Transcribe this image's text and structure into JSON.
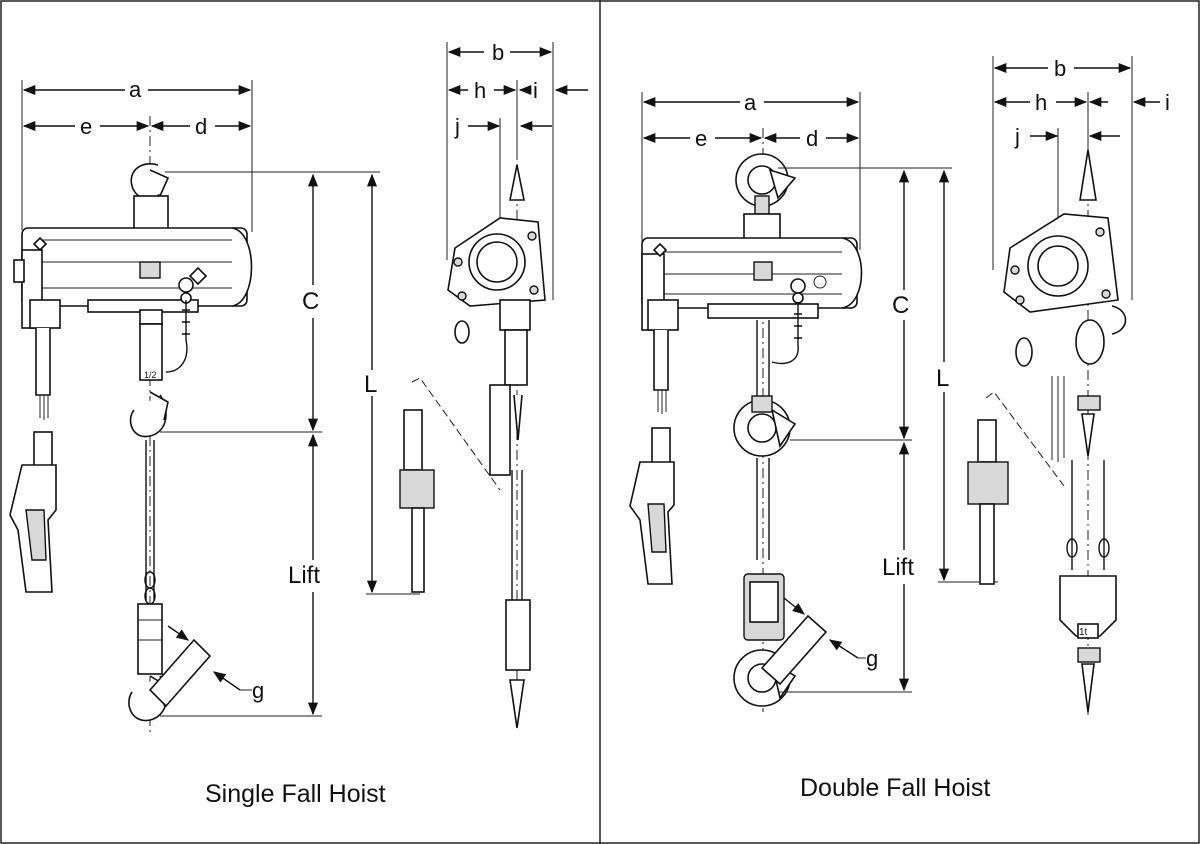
{
  "captions": {
    "left": "Single Fall Hoist",
    "right": "Double Fall Hoist"
  },
  "labels": {
    "a": "a",
    "b": "b",
    "c": "C",
    "d": "d",
    "e": "e",
    "g": "g",
    "h": "h",
    "i": "i",
    "j": "j",
    "l": "L",
    "lift": "Lift",
    "load_mark_single": "1/2",
    "load_mark_double": "1t"
  }
}
